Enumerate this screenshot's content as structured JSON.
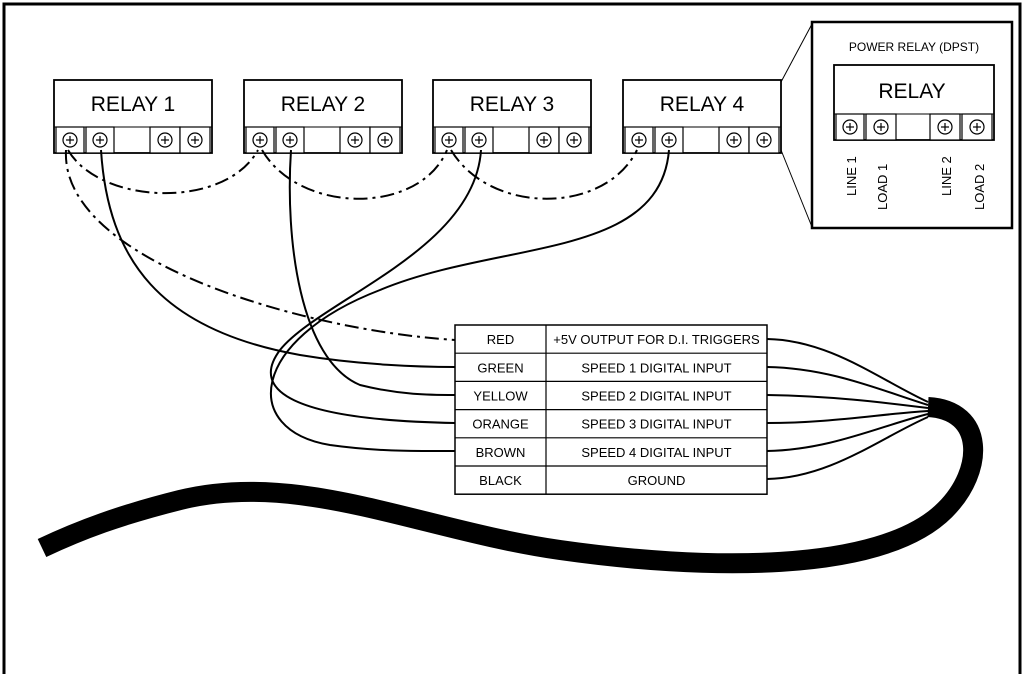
{
  "relays": [
    {
      "label": "RELAY 1"
    },
    {
      "label": "RELAY 2"
    },
    {
      "label": "RELAY 3"
    },
    {
      "label": "RELAY 4"
    }
  ],
  "power_relay": {
    "title": "POWER RELAY (DPST)",
    "label": "RELAY",
    "terminals": [
      "LINE 1",
      "LOAD 1",
      "LINE 2",
      "LOAD 2"
    ]
  },
  "wire_table": [
    {
      "color": "RED",
      "function": "+5V OUTPUT FOR D.I. TRIGGERS"
    },
    {
      "color": "GREEN",
      "function": "SPEED 1 DIGITAL INPUT"
    },
    {
      "color": "YELLOW",
      "function": "SPEED 2 DIGITAL INPUT"
    },
    {
      "color": "ORANGE",
      "function": "SPEED 3 DIGITAL INPUT"
    },
    {
      "color": "BROWN",
      "function": "SPEED 4 DIGITAL INPUT"
    },
    {
      "color": "BLACK",
      "function": "GROUND"
    }
  ]
}
